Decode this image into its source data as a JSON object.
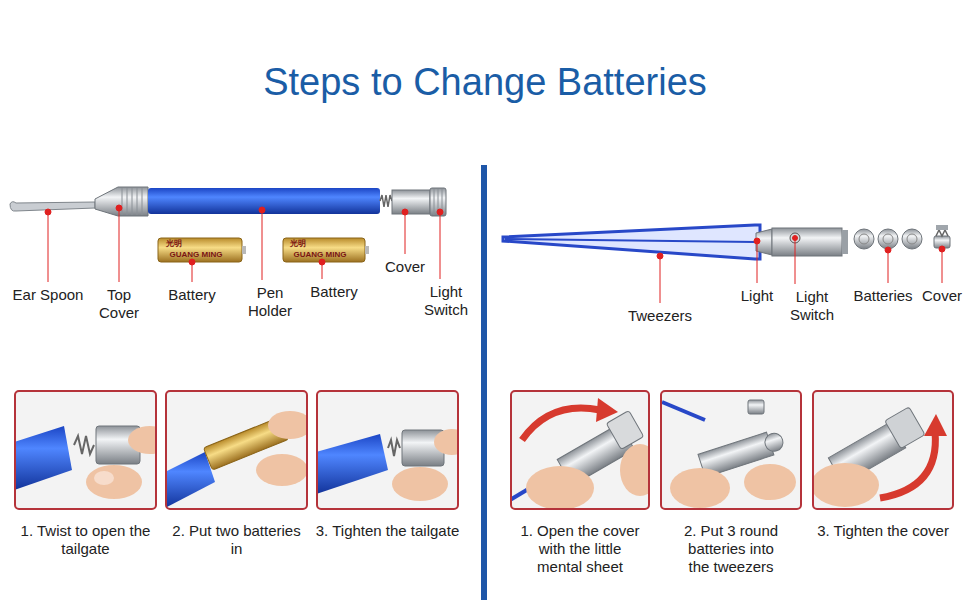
{
  "diagram": {
    "title": "Steps to Change Batteries",
    "nodes": [
      {
        "text": [
          "1. Twist to open the tailgate"
        ]
      },
      {
        "text": [
          "2. Put two batteries in"
        ]
      },
      {
        "text": [
          "3. Tighten the tailgate"
        ]
      },
      {
        "text": [
          "1. Open the cover with the little mental sheet"
        ]
      },
      {
        "text": [
          "2. Put 3 round batteries into the tweezers"
        ]
      },
      {
        "text": [
          "3. Tighten the cover"
        ]
      }
    ],
    "labels": [
      "Ear Spoon",
      "Top Cover",
      "Battery",
      "Pen Holder",
      "Battery",
      "Cover",
      "Light Switch",
      "光明",
      "GUANG MING",
      "光明",
      "GUANG MING",
      "Tweezers",
      "Light",
      "Light Switch",
      "Batteries",
      "Cover"
    ]
  }
}
